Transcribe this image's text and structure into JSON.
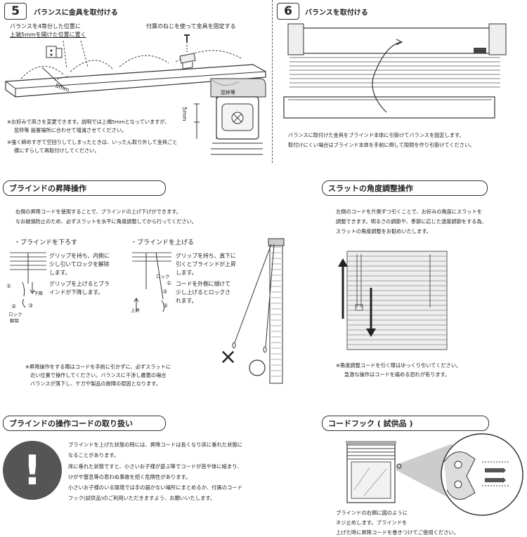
{
  "step5": {
    "number": "5",
    "title": "バランスに金具を取付ける",
    "label_quarter_1": "バランスを4等分した位置に",
    "label_quarter_2": "上端5mmを開けた位置に置く",
    "label_screw": "付属のねじを使って金具を固定する",
    "dim_5mm_a": "5mm",
    "dim_5mm_b": "5mm",
    "frame_label": "窓枠等",
    "note1_1": "※お好みで高さを変更できます。説明では上端5mmとなっていますが、",
    "note1_2": "窓枠等 設置場所に合わせて増減させてください。",
    "note2_1": "※強く締めすぎて空回りしてしまったときは、いったん取り外して金具ごと",
    "note2_2": "横にずらして再取付けしてください。"
  },
  "step6": {
    "number": "6",
    "title": "バランスを取付ける",
    "desc1": "バランスに取付けた金具をブラインド本体に引掛けてバランスを固定します。",
    "desc2": "取付けにくい場合はブラインド本体を手前に倒して隙間を作り引掛けてください。"
  },
  "lift": {
    "heading": "ブラインドの昇降操作",
    "intro1": "右側の昇降コードを使用することで、ブラインドの上げ下げができます。",
    "intro2": "なお破損防止のため、必ずスラットを水平に角度調整してから行ってください。",
    "lower_title": "・ブラインドを下ろす",
    "lower_1": "グリップを持ち、内側に",
    "lower_2": "少し引いてロックを解除",
    "lower_3": "します。",
    "lower_4": "グリップを上げるとブラ",
    "lower_5": "インドが下降します。",
    "raise_title": "・ブラインドを上げる",
    "raise_1": "グリップを持ち、真下に",
    "raise_2": "引くとブラインドが上昇",
    "raise_3": "します。",
    "raise_4": "コードを外側に傾けて",
    "raise_5": "少し上げるとロックさ",
    "raise_6": "れます。",
    "c1": "①",
    "c2": "②",
    "c3": "③",
    "c4": "①",
    "c5": "②",
    "c6": "③",
    "down_label": "下降",
    "lock_release_1": "ロック",
    "lock_release_2": "解除",
    "lock_label": "ロック",
    "up_label": "上昇",
    "cross": "×",
    "warn1": "※昇降操作をする際はコードを手前に引かずに、必ずスラットに",
    "warn2": "近い位置で操作してください。バランスに干渉し最悪の場合",
    "warn3": "バランスが落下し、ケガや製品の故障の原因となります。"
  },
  "slat": {
    "heading": "スラットの角度調整操作",
    "desc1": "左側のコードを片側ずつ引くことで、お好みの角度にスラットを",
    "desc2": "調整できます。明るさの調節や、季節に応じた温度調節をする為、",
    "desc3": "スラットの角度調整をお勧めいたします。",
    "note1": "※角度調整コードを引く際はゆっくり引いてください。",
    "note2": "急激な操作はコードを痛める恐れが有ります。"
  },
  "cord": {
    "heading": "ブラインドの操作コードの取り扱い",
    "icon_glyph": "!",
    "p1": "ブラインドを上げた状態の時には、昇降コードは長くなり床に垂れた状態に",
    "p2": "なることがあります。",
    "p3": "床に垂れた状態ですと、小さいお子様が遊ぶ等でコードが首や体に絡まり、",
    "p4": "けがや窒息等の思わぬ事故を招く危険性があります。",
    "p5": "小さいお子様のいる環境では手の届かない場所にまとめるか、付属のコード",
    "p6": "フック(試供品)のご利用いただきますよう、お願いいたします。"
  },
  "hook": {
    "heading": "コードフック ( 試供品 )",
    "desc1": "ブラインドの右側に図のように",
    "desc2": "ネジ止めします。ブラインドを",
    "desc3": "上げた時に昇降コードを巻きつけてご使用ください。"
  }
}
